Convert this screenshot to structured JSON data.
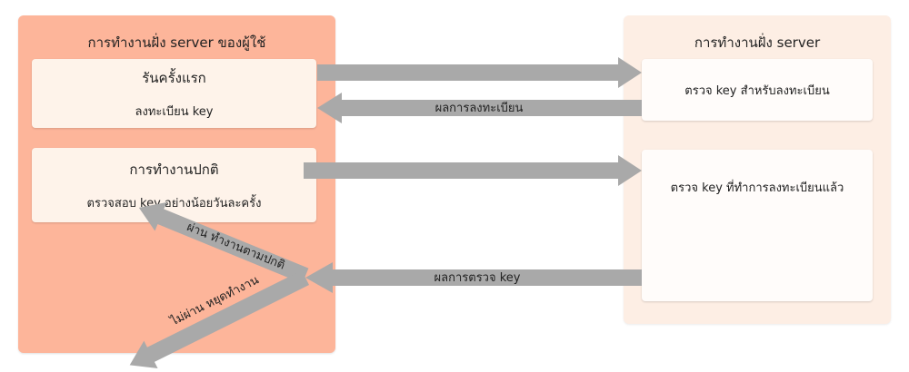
{
  "user_side": {
    "title": "การทำงานฝั่ง server ของผู้ใช้",
    "first_run": {
      "title": "รันครั้งแรก",
      "subtitle": "ลงทะเบียน key"
    },
    "normal_run": {
      "title": "การทำงานปกติ",
      "subtitle": "ตรวจสอบ key อย่างน้อยวันละครั้ง"
    }
  },
  "server_side": {
    "title": "การทำงานฝั่ง server",
    "check_register": "ตรวจ key สำหรับลงทะเบียน",
    "check_registered": "ตรวจ key ที่ทำการลงทะเบียนแล้ว"
  },
  "arrows": {
    "register_result": "ผลการลงทะเบียน",
    "check_result": "ผลการตรวจ key",
    "pass": "ผ่าน ทำงานตามปกติ",
    "fail": "ไม่ผ่าน หยุดทำงาน"
  },
  "colors": {
    "user_panel": "#fdb59a",
    "server_panel": "#fdeee4",
    "arrow": "#a9a9a9"
  }
}
